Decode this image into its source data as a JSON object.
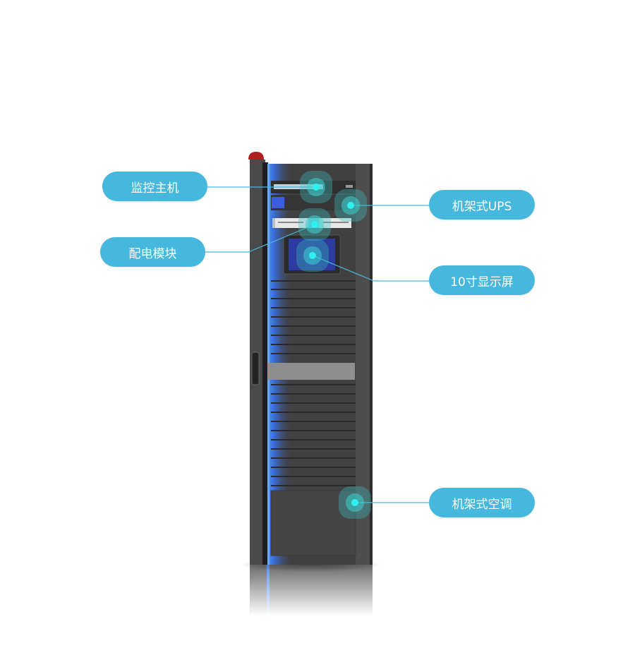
{
  "labels": {
    "monitor_host": "监控主机",
    "pdu": "配电模块",
    "rack_ups": "机架式UPS",
    "display": "10寸显示屏",
    "rack_ac": "机架式空调"
  },
  "colors": {
    "pill": "#46b8dd",
    "line": "#46b8dd",
    "beacon": "#2ff0f0",
    "cabinet": "#3f3f3f",
    "accent_strip": "#3f7fe8",
    "alarm_light": "#b01f1f"
  }
}
